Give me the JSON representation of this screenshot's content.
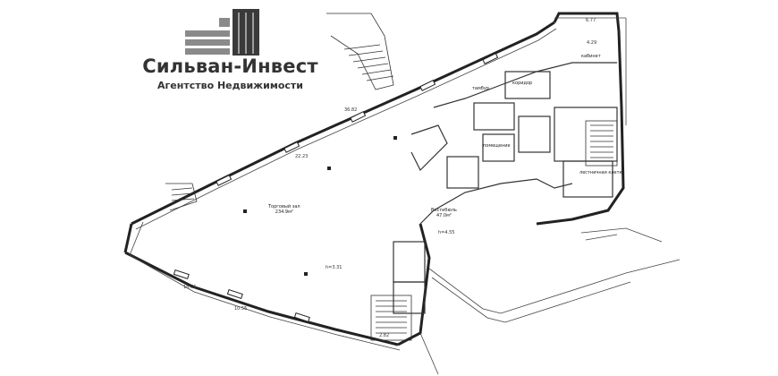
{
  "logo": {
    "name": "Сильван-Инвест",
    "subtitle": "Агентство Недвижимости",
    "dark_color": "#3a3a3a",
    "light_color": "#8a8a8a"
  },
  "rooms": {
    "main_hall": "Торговый зал",
    "main_hall_area": "234.9м²",
    "vestibule": "Вестибюль",
    "vestibule_area": "47.0м²",
    "lobby_top": "тамбур",
    "corridor": "коридор",
    "stair": "лестничная клетка",
    "storage": "помещение",
    "office": "кабинет"
  },
  "dimensions": {
    "d1": "36.82",
    "d2": "22.23",
    "d3": "18.76",
    "d4": "10.55",
    "d5": "6.77",
    "d6": "4.29",
    "d7": "2.82",
    "d8": "h=4.55",
    "d9": "h=3.31"
  }
}
